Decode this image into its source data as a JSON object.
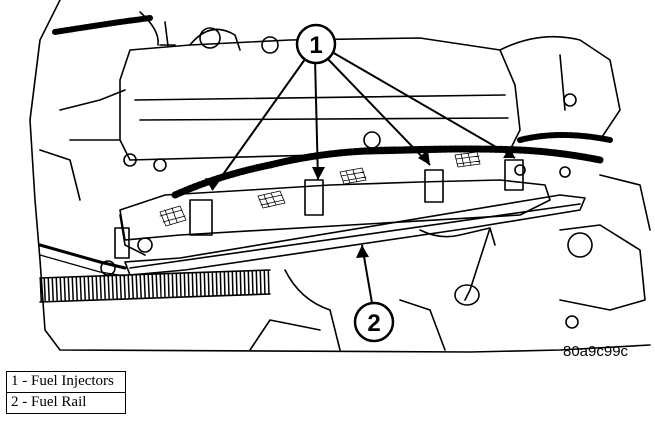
{
  "callouts": [
    {
      "number": "1"
    },
    {
      "number": "2"
    }
  ],
  "image_code": "80a9c99c",
  "legend": [
    {
      "number": "1",
      "label": "Fuel Injectors",
      "text": "1 - Fuel Injectors"
    },
    {
      "number": "2",
      "label": "Fuel Rail",
      "text": "2 - Fuel Rail"
    }
  ]
}
